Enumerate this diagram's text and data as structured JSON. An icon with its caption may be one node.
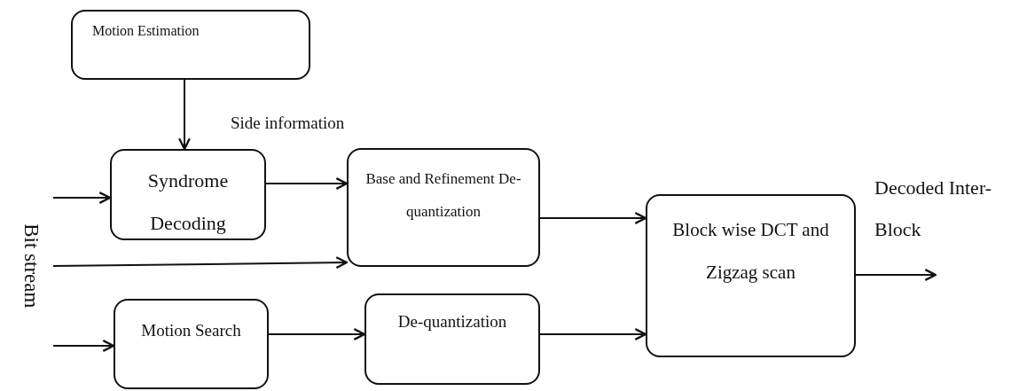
{
  "diagram": {
    "nodes": [
      {
        "text": [
          "Motion Estimation"
        ]
      },
      {
        "text": [
          "Syndrome Decoding"
        ]
      },
      {
        "text": [
          "Base and Refinement De-quantization"
        ]
      },
      {
        "text": [
          "Motion Search"
        ]
      },
      {
        "text": [
          "De-quantization"
        ]
      },
      {
        "text": [
          "Block wise DCT and Zigzag scan"
        ]
      }
    ],
    "edges": [
      {
        "from": 0,
        "to": 1,
        "arrow": "to"
      },
      {
        "from": null,
        "to": 1,
        "arrow": "to"
      },
      {
        "from": null,
        "to": 2,
        "arrow": "to"
      },
      {
        "from": null,
        "to": 3,
        "arrow": "to"
      },
      {
        "from": 1,
        "to": 2,
        "arrow": "to"
      },
      {
        "from": 2,
        "to": 5,
        "arrow": "to"
      },
      {
        "from": 3,
        "to": 4,
        "arrow": "to"
      },
      {
        "from": 4,
        "to": 5,
        "arrow": "to"
      },
      {
        "from": 5,
        "to": null,
        "arrow": "to"
      }
    ],
    "labels": [
      "Side information",
      "Bit stream",
      "Decoded Inter-Block"
    ]
  }
}
